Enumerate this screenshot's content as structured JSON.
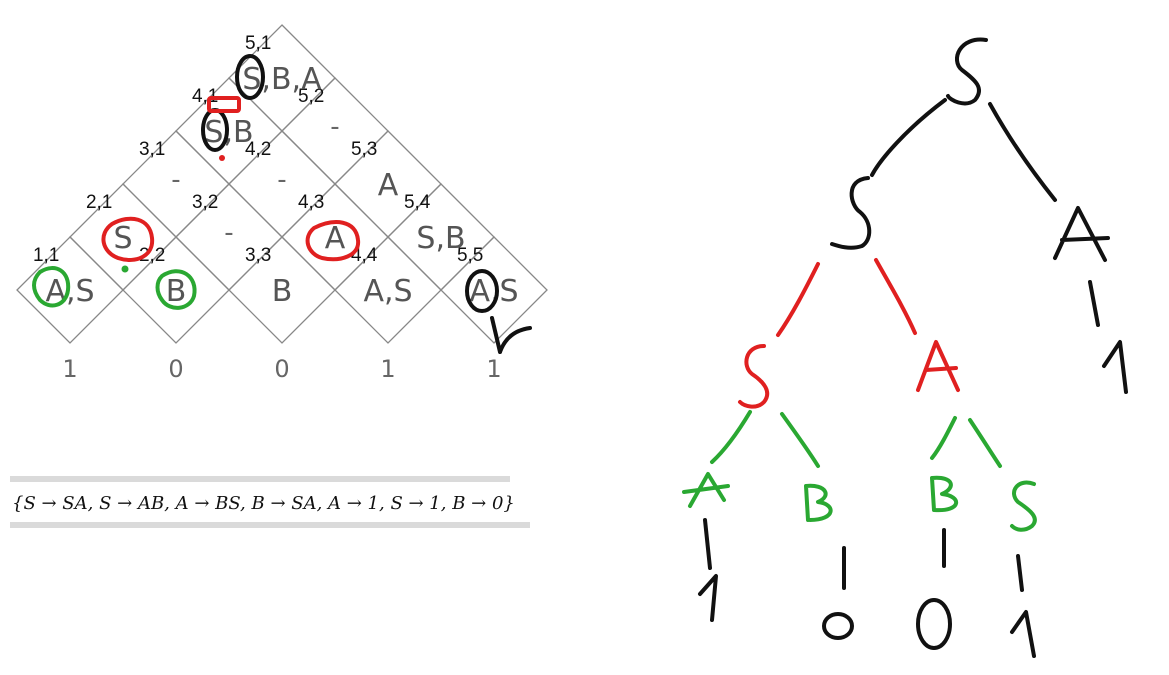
{
  "cyk_table": {
    "cells": [
      {
        "coord": "1,1",
        "value": "A,S"
      },
      {
        "coord": "2,2",
        "value": "B"
      },
      {
        "coord": "3,3",
        "value": "B"
      },
      {
        "coord": "4,4",
        "value": "A,S"
      },
      {
        "coord": "5,5",
        "value": "A,S"
      },
      {
        "coord": "2,1",
        "value": "S"
      },
      {
        "coord": "3,2",
        "value": "-"
      },
      {
        "coord": "4,3",
        "value": "A"
      },
      {
        "coord": "5,4",
        "value": "S,B"
      },
      {
        "coord": "3,1",
        "value": "-"
      },
      {
        "coord": "4,2",
        "value": "-"
      },
      {
        "coord": "5,3",
        "value": "A"
      },
      {
        "coord": "4,1",
        "value": "S,B"
      },
      {
        "coord": "5,2",
        "value": "-"
      },
      {
        "coord": "5,1",
        "value": "S,B,A"
      }
    ],
    "input_symbols": [
      "1",
      "0",
      "0",
      "1",
      "1"
    ]
  },
  "grammar": {
    "rules": "{S → SA, S → AB, A → BS, B → SA, A → 1, S → 1, B → 0}"
  },
  "parse_tree": {
    "root": "S",
    "level1": [
      "S",
      "A"
    ],
    "level2": [
      "S",
      "A"
    ],
    "level3": [
      "A",
      "B",
      "B",
      "S"
    ],
    "leaves": [
      "1",
      "0",
      "0",
      "1"
    ],
    "right_leaf": "1"
  },
  "colors": {
    "black_marks": "#111111",
    "red_marks": "#e02020",
    "green_marks": "#2aa832",
    "grid_lines": "#888888"
  }
}
